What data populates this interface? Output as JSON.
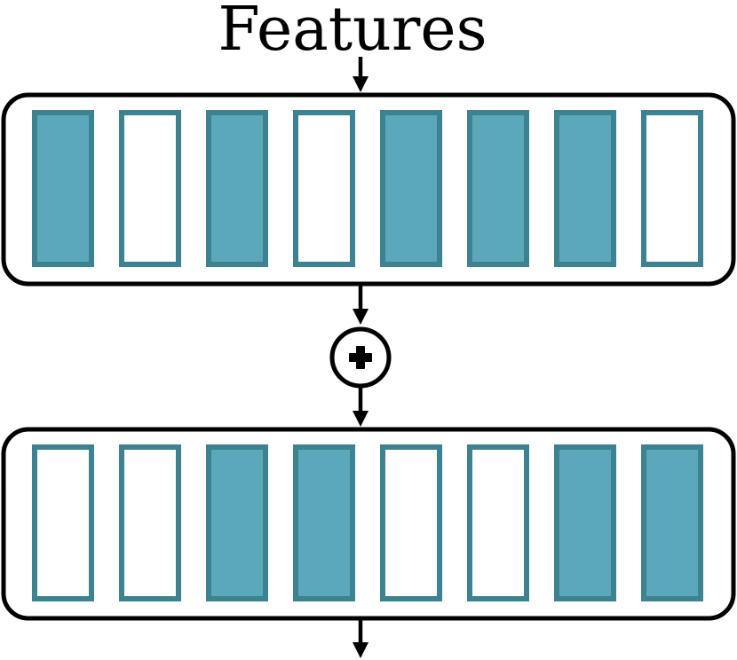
{
  "title": "Features",
  "operator_icon": "plus-icon",
  "colors": {
    "filled": "#5ba8bb",
    "cell_border": "#3c8290",
    "empty": "#ffffff",
    "outline": "#000000"
  },
  "layers": [
    {
      "cells": [
        1,
        0,
        1,
        0,
        1,
        1,
        1,
        0
      ]
    },
    {
      "cells": [
        0,
        0,
        1,
        1,
        0,
        0,
        1,
        1
      ]
    }
  ]
}
